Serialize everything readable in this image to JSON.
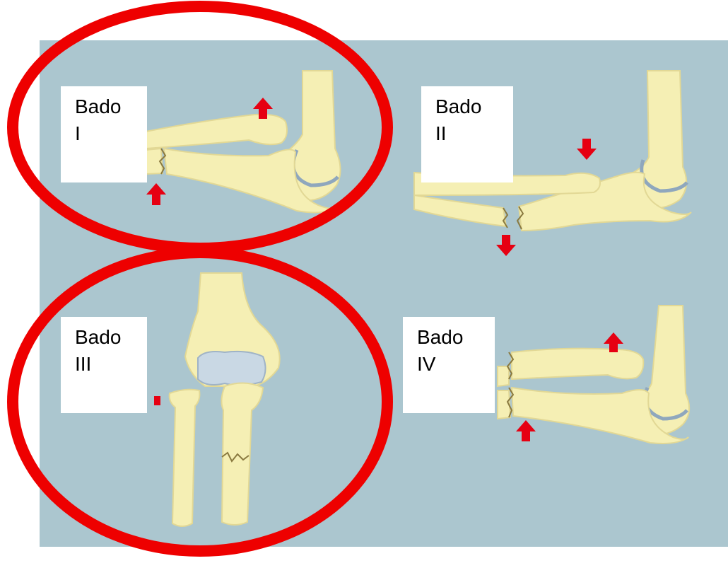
{
  "colors": {
    "background": "#abc6cf",
    "bone": "#f5efb4",
    "bone_outline": "#e2d895",
    "cartilage": "#c9d8e4",
    "arrow": "#e60012",
    "circle": "#ee0000"
  },
  "panels": [
    {
      "id": "bado-1",
      "line1": "Bado",
      "line2": "I",
      "circled": true,
      "arrows": "up"
    },
    {
      "id": "bado-2",
      "line1": "Bado",
      "line2": "II",
      "circled": false,
      "arrows": "down"
    },
    {
      "id": "bado-3",
      "line1": "Bado",
      "line2": "III",
      "circled": true,
      "arrows": "lateral"
    },
    {
      "id": "bado-4",
      "line1": "Bado",
      "line2": "IV",
      "circled": false,
      "arrows": "up"
    }
  ]
}
